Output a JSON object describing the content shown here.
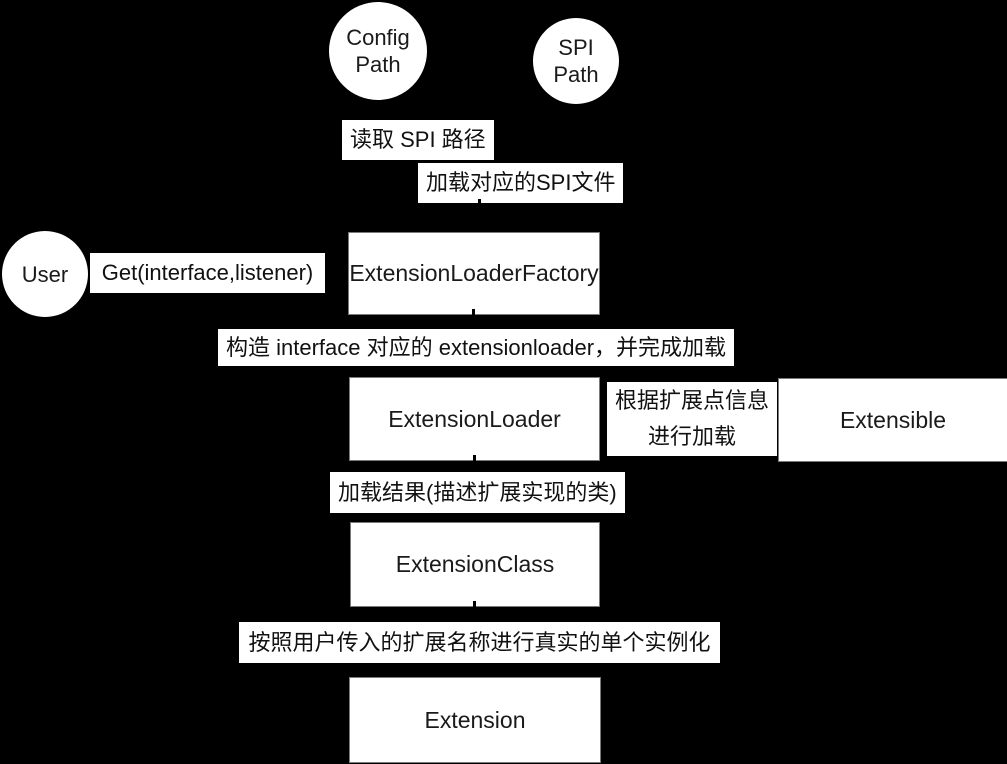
{
  "background": "#000000",
  "palette": {
    "node_fill": "#ffffff",
    "node_border": "#7a7a7a",
    "label_fill": "#ffffff",
    "text": "#1a1a1a"
  },
  "nodes": {
    "circles": [
      {
        "id": "config-path",
        "label_lines": [
          "Config",
          "Path"
        ]
      },
      {
        "id": "spi-path",
        "label_lines": [
          "SPI",
          "Path"
        ]
      },
      {
        "id": "user",
        "label_lines": [
          "User"
        ]
      }
    ],
    "boxes": [
      {
        "id": "extension-loader-factory",
        "label": "ExtensionLoaderFactory"
      },
      {
        "id": "extension-loader",
        "label": "ExtensionLoader"
      },
      {
        "id": "extensible",
        "label": "Extensible"
      },
      {
        "id": "extension-class",
        "label": "ExtensionClass"
      },
      {
        "id": "extension",
        "label": "Extension"
      }
    ]
  },
  "messages": [
    {
      "id": "read-spi-path",
      "lines": [
        "读取 SPI 路径"
      ]
    },
    {
      "id": "load-spi-file",
      "lines": [
        "加载对应的SPI文件"
      ]
    },
    {
      "id": "get-interface-listener",
      "lines": [
        "Get(interface,listener)"
      ]
    },
    {
      "id": "build-extension-loader",
      "lines": [
        "构造 interface 对应的 extensionloader，并完成加载"
      ]
    },
    {
      "id": "load-by-point-info",
      "lines": [
        "根据扩展点信息",
        "进行加载"
      ]
    },
    {
      "id": "load-result",
      "lines": [
        "加载结果(描述扩展实现的类)"
      ]
    },
    {
      "id": "instantiate-extension",
      "lines": [
        "按照用户传入的扩展名称进行真实的单个实例化"
      ]
    }
  ]
}
